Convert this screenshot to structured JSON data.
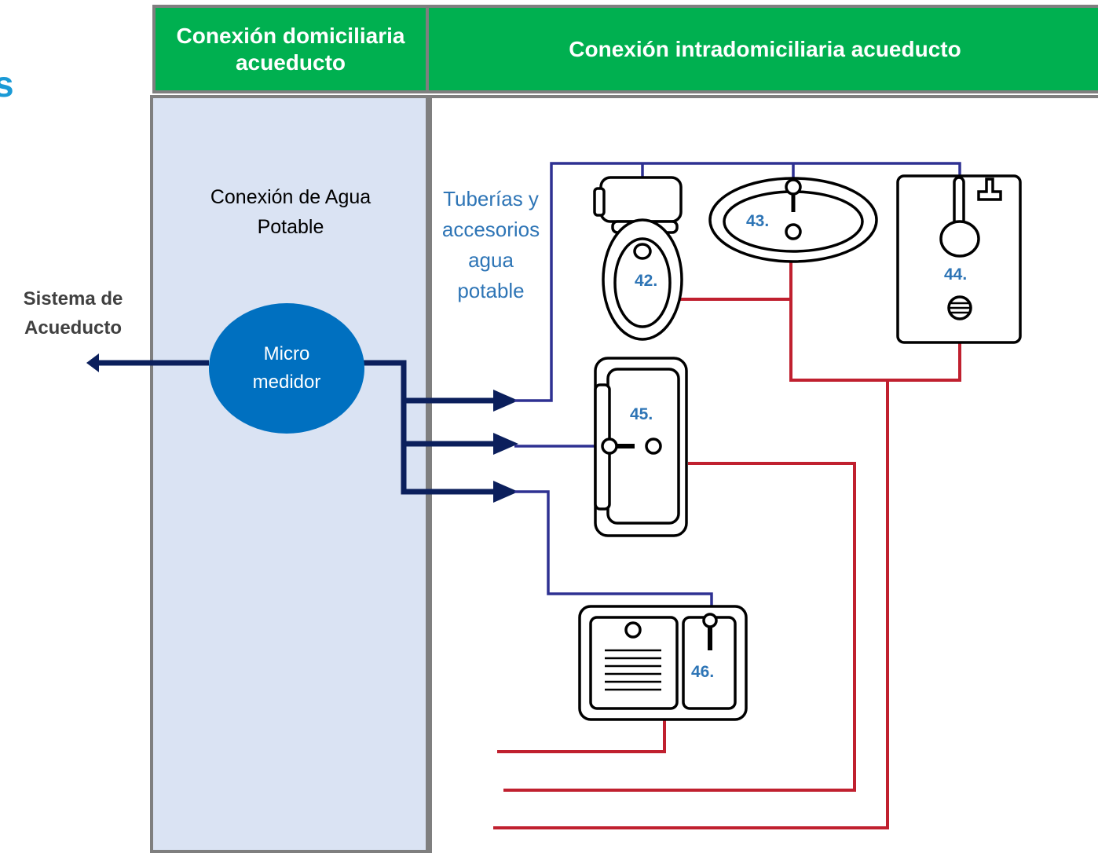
{
  "headers": {
    "domiciliaria": "Conexión domiciliaria acueducto",
    "intradomiciliaria": "Conexión intradomiciliaria acueducto"
  },
  "partial_title_glyph": "s",
  "system_label": "Sistema de Acueducto",
  "connection_label": "Conexión de Agua Potable",
  "meter_label": [
    "Micro",
    "medidor"
  ],
  "pipes_label": [
    "Tuberías y",
    "accesorios",
    "agua",
    "potable"
  ],
  "fixtures": {
    "toilet": "42.",
    "lavatory": "43.",
    "shower": "44.",
    "washbasin": "45.",
    "sink": "46."
  },
  "colors": {
    "header_green": "#00b050",
    "panel_blue": "#dae3f3",
    "meter_blue": "#0070c0",
    "supply_pipe_dark": "#002060",
    "supply_pipe": "#2e3192",
    "drain_pipe": "#c00000",
    "label_blue": "#2e75b6",
    "border_gray": "#7f7f7f"
  }
}
